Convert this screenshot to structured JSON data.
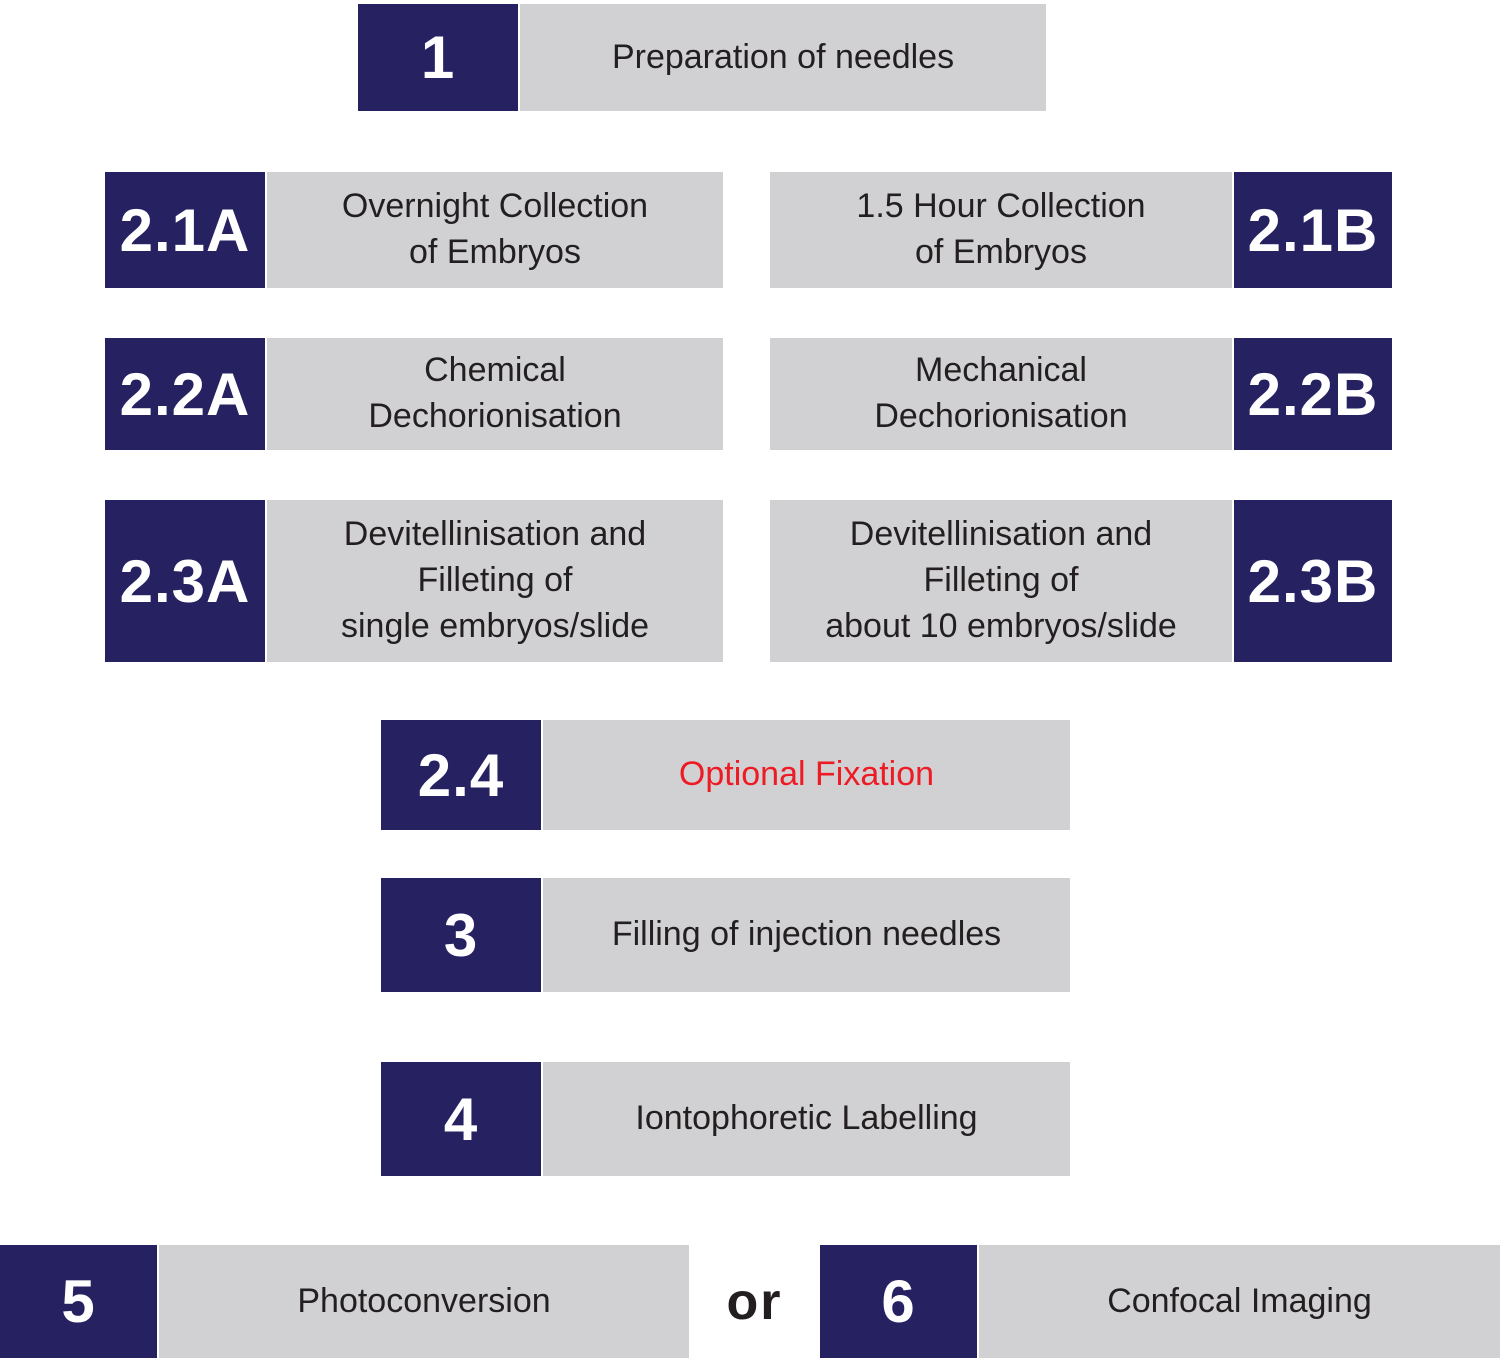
{
  "palette": {
    "navy": "#262262",
    "gray": "#D1D1D3",
    "red": "#ED1C24",
    "ink": "#231F20",
    "bg": "#FFFFFF"
  },
  "connector": {
    "or_label": "or"
  },
  "steps": [
    {
      "num": "1",
      "label": "Preparation of needles"
    },
    {
      "num": "2.1A",
      "label": "Overnight Collection\nof Embryos"
    },
    {
      "num": "2.1B",
      "label": "1.5 Hour Collection\nof Embryos"
    },
    {
      "num": "2.2A",
      "label": "Chemical\nDechorionisation"
    },
    {
      "num": "2.2B",
      "label": "Mechanical\nDechorionisation"
    },
    {
      "num": "2.3A",
      "label": "Devitellinisation and\nFilleting of\nsingle embryos/slide"
    },
    {
      "num": "2.3B",
      "label": "Devitellinisation and\nFilleting of\nabout 10 embryos/slide"
    },
    {
      "num": "2.4",
      "label": "Optional Fixation",
      "label_color": "#ED1C24"
    },
    {
      "num": "3",
      "label": "Filling of injection needles"
    },
    {
      "num": "4",
      "label": "Iontophoretic Labelling"
    },
    {
      "num": "5",
      "label": "Photoconversion"
    },
    {
      "num": "6",
      "label": "Confocal Imaging"
    }
  ]
}
